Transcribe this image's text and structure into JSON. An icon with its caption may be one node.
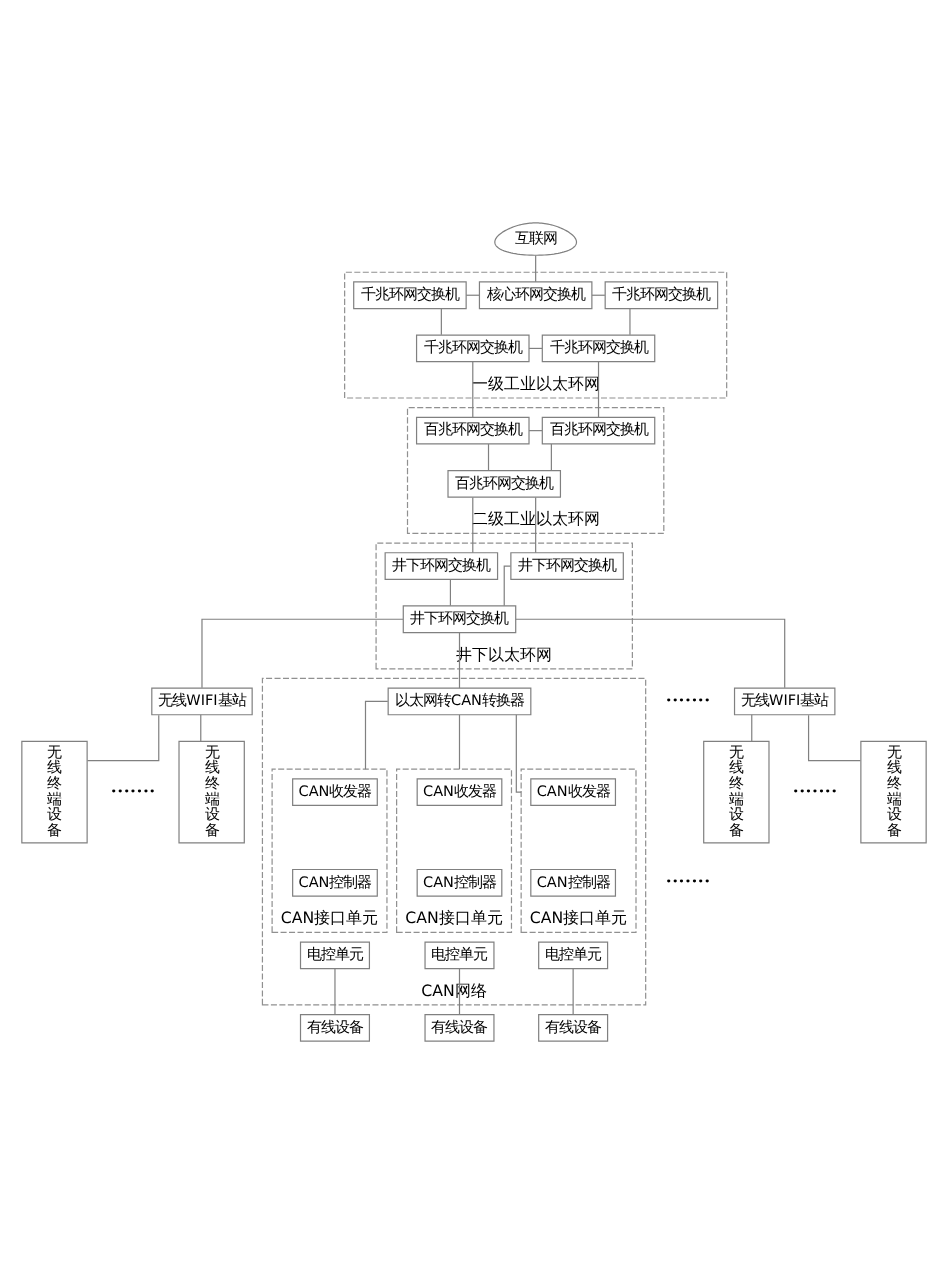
{
  "diagram": {
    "nodes": [
      {
        "text": [
          "互联网"
        ]
      },
      {
        "text": [
          "一级工业以太环网"
        ]
      },
      {
        "text": [
          "千兆环网交换机"
        ],
        "in": 1
      },
      {
        "text": [
          "核心环网交换机"
        ],
        "in": 1
      },
      {
        "text": [
          "千兆环网交换机"
        ],
        "in": 1
      },
      {
        "text": [
          "千兆环网交换机"
        ],
        "in": 1
      },
      {
        "text": [
          "千兆环网交换机"
        ],
        "in": 1
      },
      {
        "text": [
          "二级工业以太环网"
        ]
      },
      {
        "text": [
          "百兆环网交换机"
        ],
        "in": 7
      },
      {
        "text": [
          "百兆环网交换机"
        ],
        "in": 7
      },
      {
        "text": [
          "百兆环网交换机"
        ],
        "in": 7
      },
      {
        "text": [
          "井下以太环网"
        ]
      },
      {
        "text": [
          "井下环网交换机"
        ],
        "in": 11
      },
      {
        "text": [
          "井下环网交换机"
        ],
        "in": 11
      },
      {
        "text": [
          "井下环网交换机"
        ],
        "in": 11
      },
      {
        "text": [
          "无线WIFI基站"
        ]
      },
      {
        "text": [
          "无线WIFI基站"
        ]
      },
      {
        "text": [
          "无线终端设备"
        ]
      },
      {
        "text": [
          "无线终端设备"
        ]
      },
      {
        "text": [
          "无线终端设备"
        ]
      },
      {
        "text": [
          "无线终端设备"
        ]
      },
      {
        "text": [
          "CAN网络"
        ]
      },
      {
        "text": [
          "以太网转CAN转换器"
        ],
        "in": 21
      },
      {
        "text": [
          "CAN接口单元"
        ],
        "in": 21
      },
      {
        "text": [
          "CAN收发器"
        ],
        "in": 23
      },
      {
        "text": [
          "CAN控制器"
        ],
        "in": 23
      },
      {
        "text": [
          "电控单元"
        ],
        "in": 21
      },
      {
        "text": [
          "CAN接口单元"
        ],
        "in": 21
      },
      {
        "text": [
          "CAN收发器"
        ],
        "in": 27
      },
      {
        "text": [
          "CAN控制器"
        ],
        "in": 27
      },
      {
        "text": [
          "电控单元"
        ],
        "in": 21
      },
      {
        "text": [
          "CAN接口单元"
        ],
        "in": 21
      },
      {
        "text": [
          "CAN收发器"
        ],
        "in": 31
      },
      {
        "text": [
          "CAN控制器"
        ],
        "in": 31
      },
      {
        "text": [
          "电控单元"
        ],
        "in": 21
      },
      {
        "text": [
          "有线设备"
        ]
      },
      {
        "text": [
          "有线设备"
        ]
      },
      {
        "text": [
          "有线设备"
        ]
      }
    ],
    "edges": [
      {
        "from": 0,
        "to": 3,
        "arrow": "none"
      },
      {
        "from": 2,
        "to": 3,
        "arrow": "none"
      },
      {
        "from": 3,
        "to": 4,
        "arrow": "none"
      },
      {
        "from": 2,
        "to": 5,
        "arrow": "none"
      },
      {
        "from": 4,
        "to": 6,
        "arrow": "none"
      },
      {
        "from": 5,
        "to": 6,
        "arrow": "none"
      },
      {
        "from": 5,
        "to": 8,
        "arrow": "none"
      },
      {
        "from": 6,
        "to": 9,
        "arrow": "none"
      },
      {
        "from": 8,
        "to": 9,
        "arrow": "none"
      },
      {
        "from": 8,
        "to": 10,
        "arrow": "none"
      },
      {
        "from": 9,
        "to": 10,
        "arrow": "none"
      },
      {
        "from": 10,
        "to": 12,
        "arrow": "none"
      },
      {
        "from": 10,
        "to": 13,
        "arrow": "none"
      },
      {
        "from": 12,
        "to": 14,
        "arrow": "none"
      },
      {
        "from": 13,
        "to": 14,
        "arrow": "none"
      },
      {
        "from": 14,
        "to": 15,
        "arrow": "none"
      },
      {
        "from": 14,
        "to": 16,
        "arrow": "none"
      },
      {
        "from": 14,
        "to": 22,
        "arrow": "none"
      },
      {
        "from": 15,
        "to": 17,
        "arrow": "none"
      },
      {
        "from": 15,
        "to": 18,
        "arrow": "none"
      },
      {
        "from": 16,
        "to": 19,
        "arrow": "none"
      },
      {
        "from": 16,
        "to": 20,
        "arrow": "none"
      },
      {
        "from": 22,
        "to": 23,
        "arrow": "none"
      },
      {
        "from": 22,
        "to": 27,
        "arrow": "none"
      },
      {
        "from": 22,
        "to": 31,
        "arrow": "none"
      },
      {
        "from": 26,
        "to": 35,
        "arrow": "none"
      },
      {
        "from": 30,
        "to": 36,
        "arrow": "none"
      },
      {
        "from": 34,
        "to": 37,
        "arrow": "none"
      }
    ],
    "labels": [
      "•••••••",
      "•••••••",
      "•••••••",
      "•••••••"
    ]
  }
}
